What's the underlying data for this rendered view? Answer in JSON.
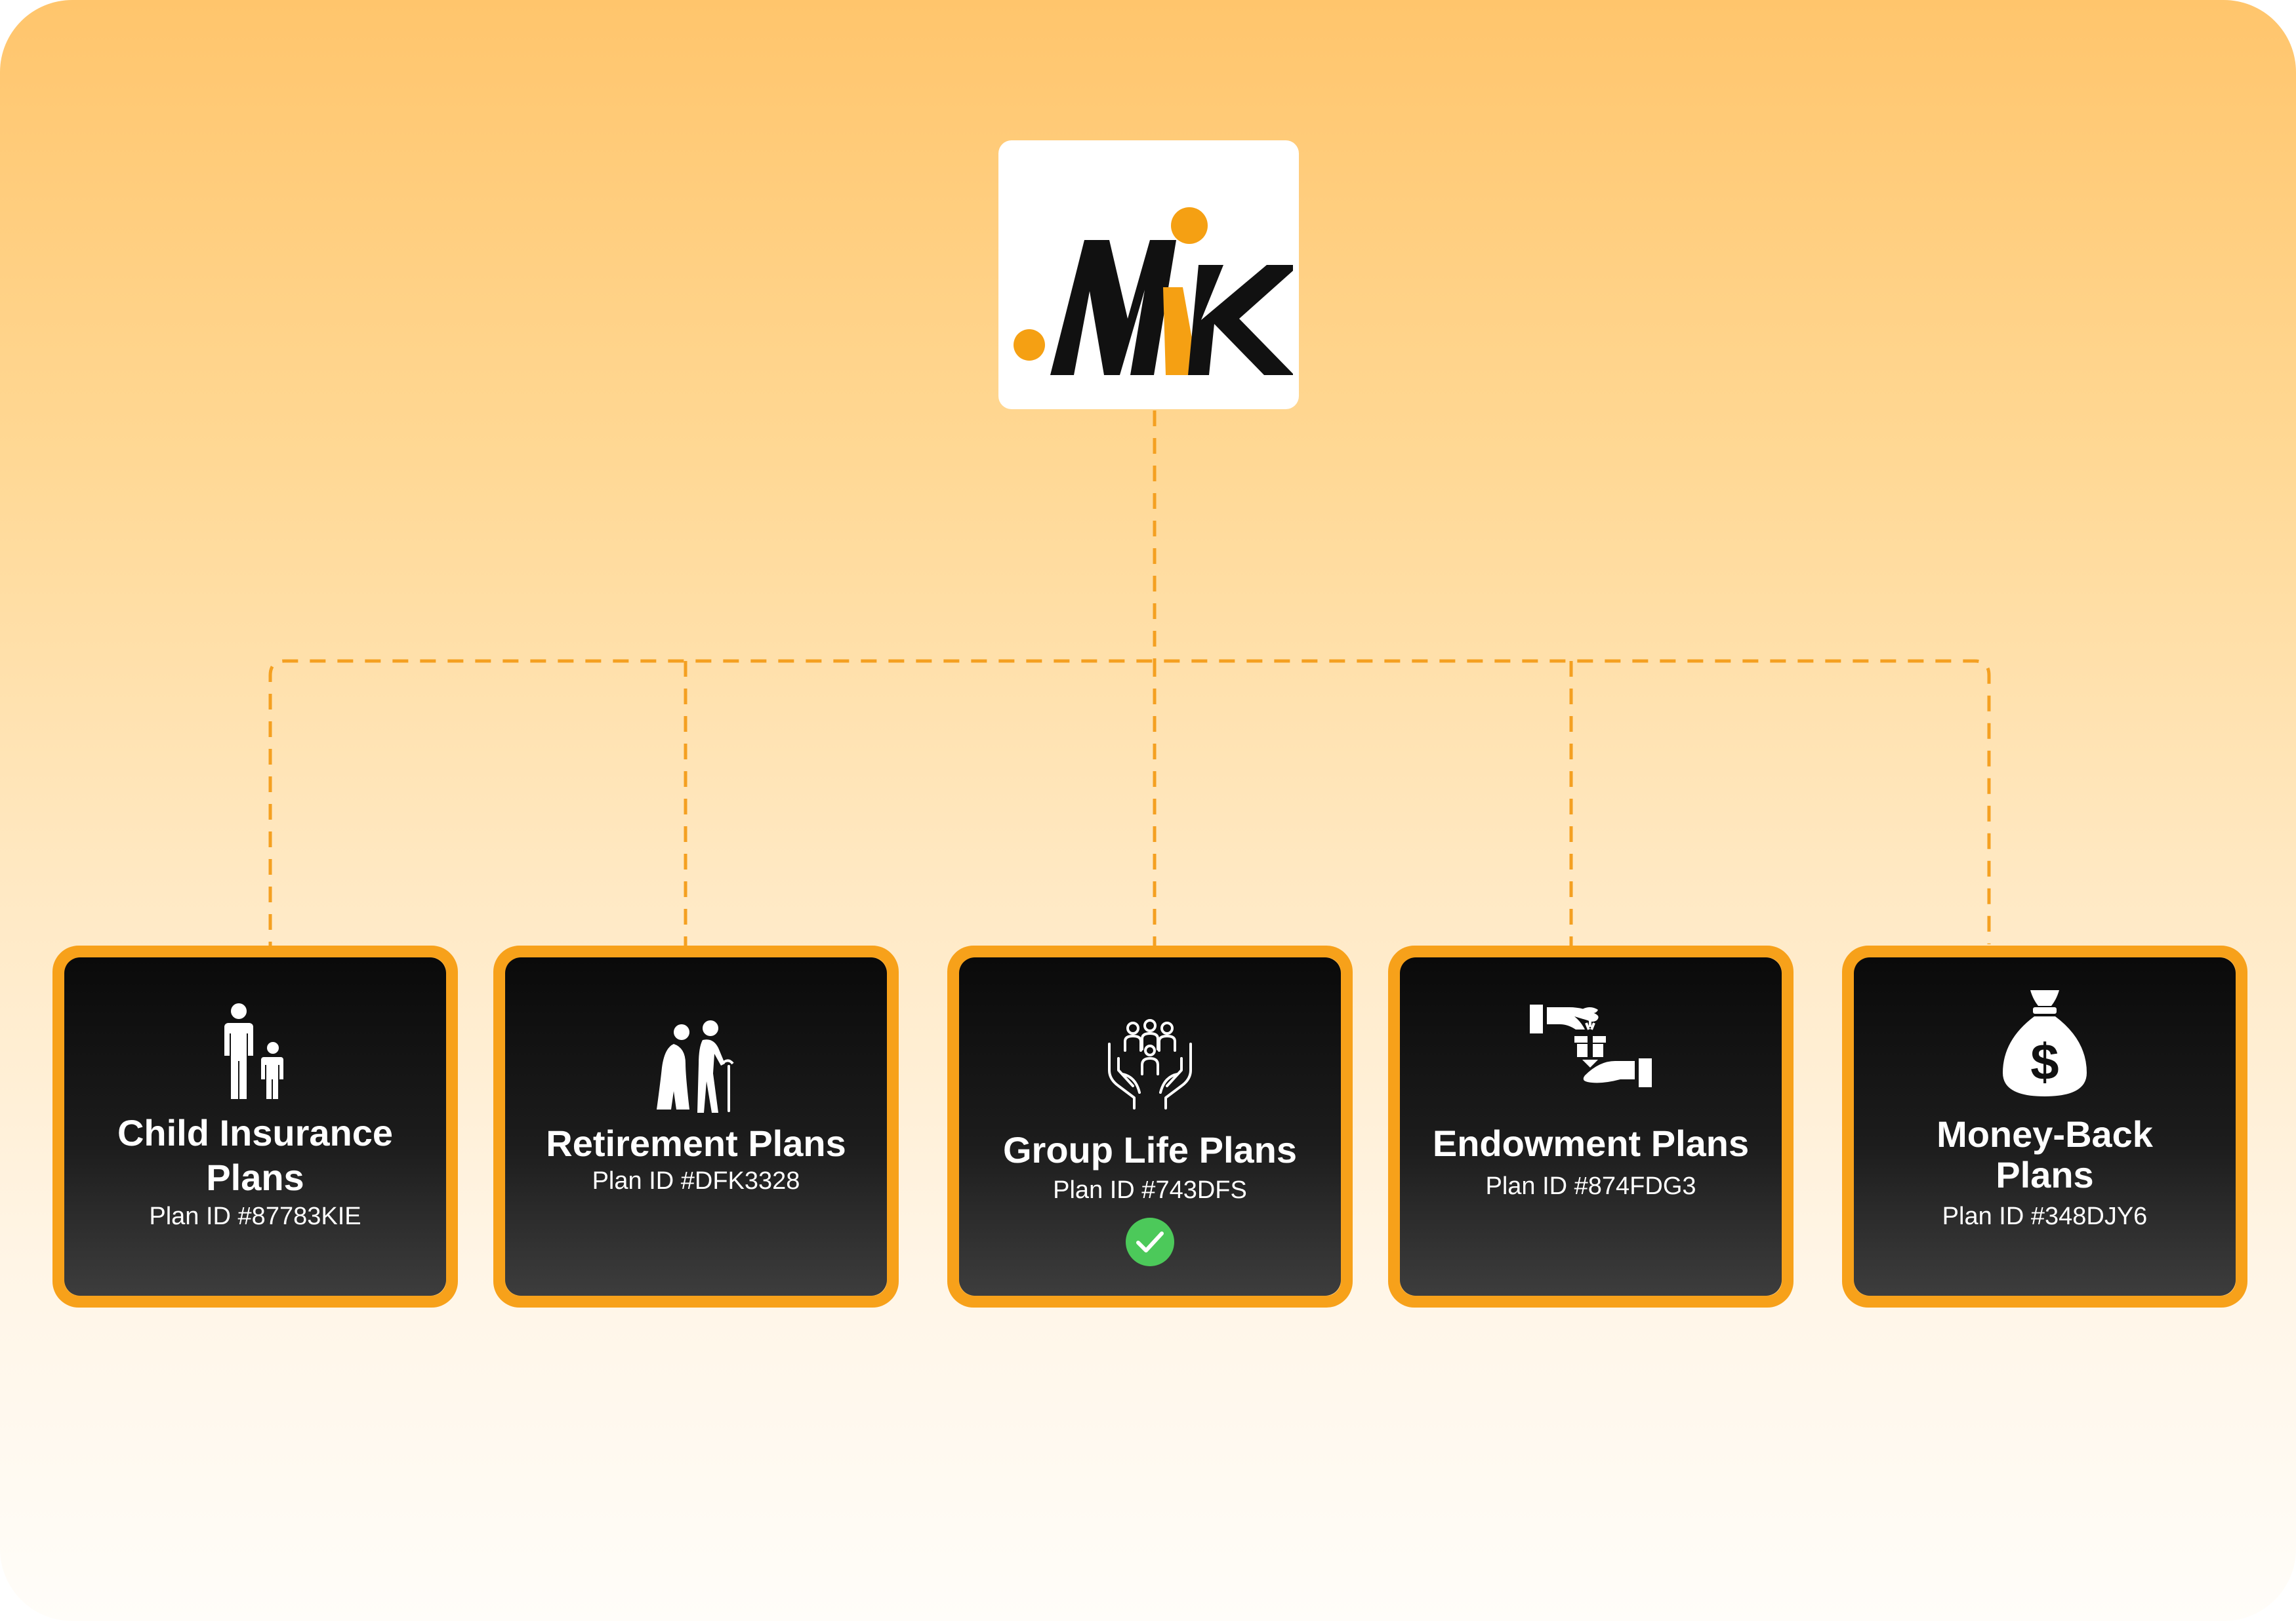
{
  "logo": {
    "text": ".MK",
    "alt": "MK logo"
  },
  "colors": {
    "accent": "#f7a823",
    "card_border_gradient": [
      "#f7a11a",
      "#ffd27a"
    ],
    "card_bg": "#111111",
    "check_green": "#4cc95a"
  },
  "plans": [
    {
      "title_lines": [
        "Child Insurance",
        "Plans"
      ],
      "plan_id": "Plan ID #87783KIE",
      "icon": "parent-child-icon",
      "selected": false
    },
    {
      "title_lines": [
        "Retirement Plans"
      ],
      "plan_id": "Plan ID #DFK3328",
      "icon": "elderly-couple-icon",
      "selected": false
    },
    {
      "title_lines": [
        "Group Life Plans"
      ],
      "plan_id": "Plan ID #743DFS",
      "icon": "family-hands-icon",
      "selected": true
    },
    {
      "title_lines": [
        "Endowment Plans"
      ],
      "plan_id": "Plan ID #874FDG3",
      "icon": "hand-gift-icon",
      "selected": false
    },
    {
      "title_lines": [
        "Money-Back",
        "Plans"
      ],
      "plan_id": "Plan ID #348DJY6",
      "icon": "money-bag-icon",
      "selected": false
    }
  ]
}
